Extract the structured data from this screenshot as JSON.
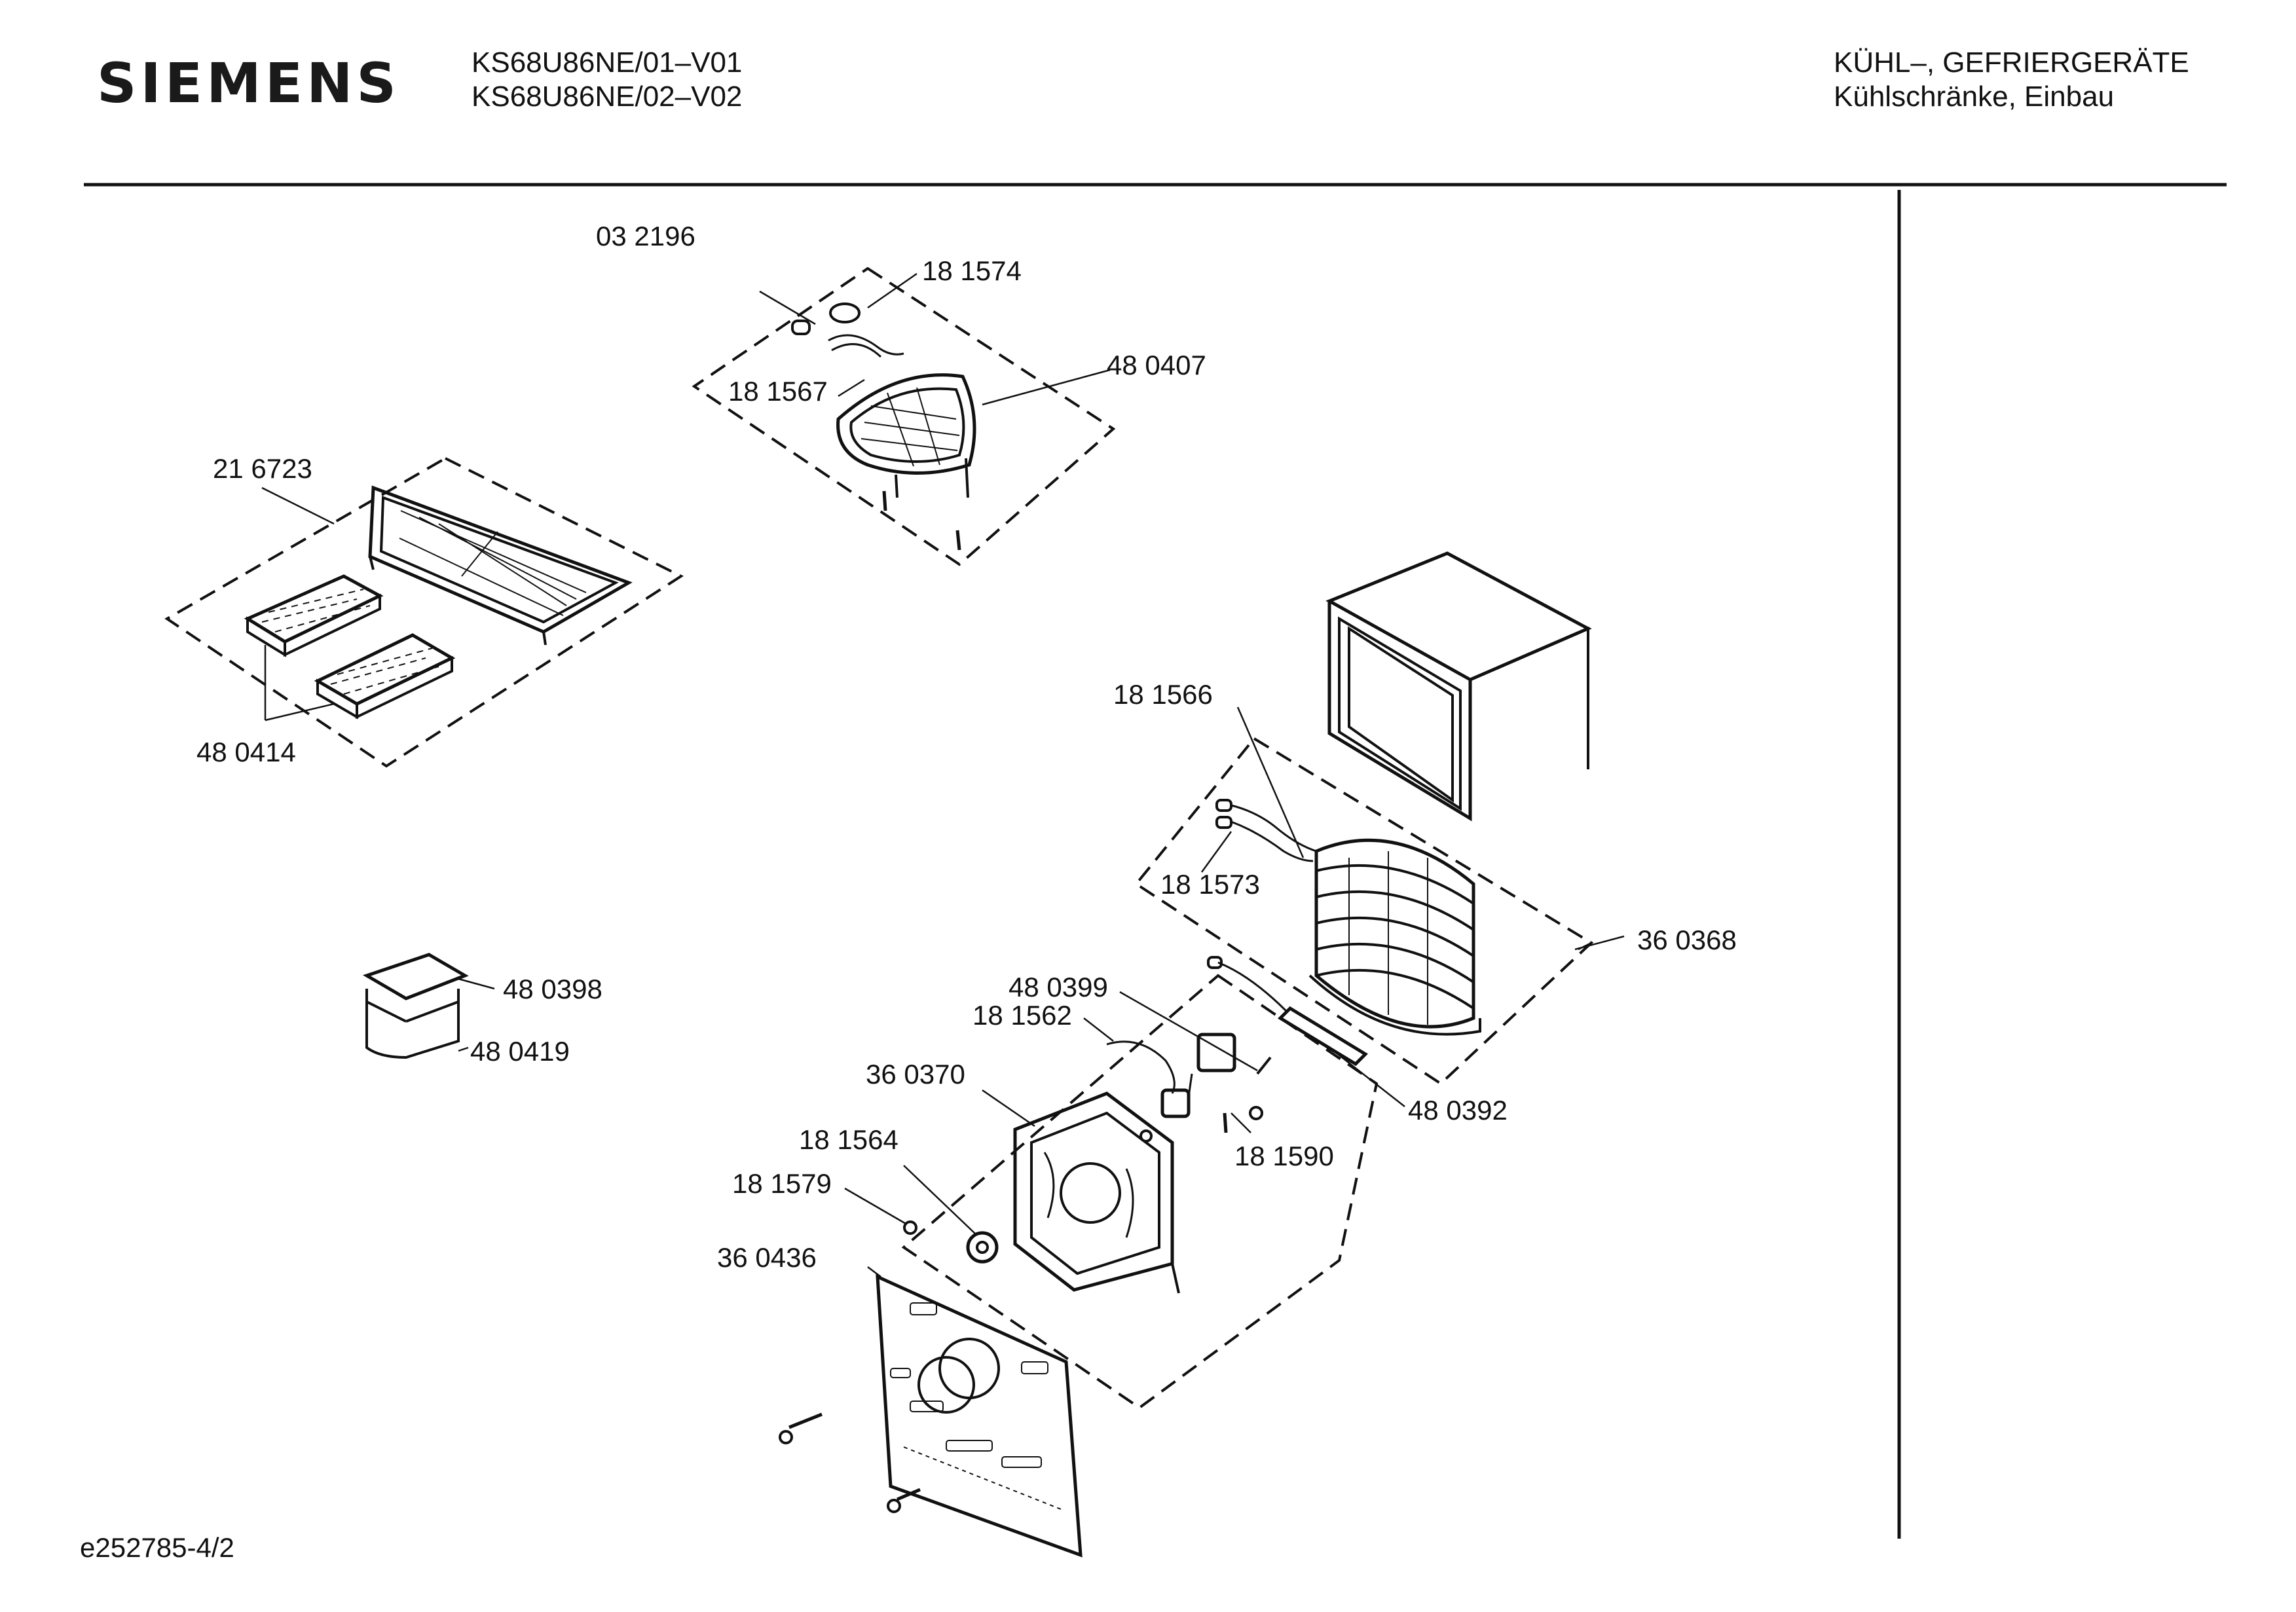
{
  "header": {
    "brand": "SIEMENS",
    "models": [
      "KS68U86NE/01–V01",
      "KS68U86NE/02–V02"
    ],
    "category": "KÜHL–, GEFRIERGERÄTE",
    "subcategory": "Kühlschränke, Einbau"
  },
  "footer": {
    "document_ref": "e252785-4/2"
  },
  "parts": {
    "p032196": "03 2196",
    "p181574": "18 1574",
    "p480407": "48 0407",
    "p181567": "18 1567",
    "p216723": "21 6723",
    "p480414": "48 0414",
    "p181566": "18 1566",
    "p181573": "18 1573",
    "p360368": "36 0368",
    "p480398": "48 0398",
    "p480419": "48 0419",
    "p480399": "48 0399",
    "p181562": "18 1562",
    "p360370": "36 0370",
    "p480392": "48 0392",
    "p181590": "18 1590",
    "p181564": "18 1564",
    "p181579": "18 1579",
    "p360436": "36 0436"
  }
}
